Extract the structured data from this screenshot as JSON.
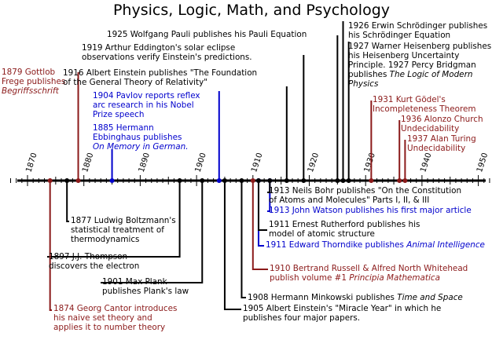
{
  "title": "Physics, Logic, Math, and Psychology",
  "colors": {
    "physics": "#000000",
    "psychology": "#0000cc",
    "logic_math": "#8b1a1a",
    "axis": "#000000"
  },
  "axis": {
    "range": [
      1865,
      1955
    ],
    "major_ticks": [
      1870,
      1880,
      1890,
      1900,
      1910,
      1920,
      1930,
      1940,
      1950
    ]
  },
  "ticks": [
    "1870",
    "1880",
    "1890",
    "1900",
    "1910",
    "1920",
    "1930",
    "1940",
    "1950"
  ],
  "events": [
    {
      "year": 1879,
      "color": "logic_math",
      "lines": [
        "1879 Gottlob",
        "Frege publishes"
      ],
      "italic": "Begriffsschrift"
    },
    {
      "year": 1904,
      "color": "psychology",
      "lines": [
        "1904 Pavlov reports reflex",
        "arc research in his Nobel",
        "Prize speech"
      ]
    },
    {
      "year": 1885,
      "color": "psychology",
      "lines": [
        "1885 Hermann",
        "Ebbinghaus publishes"
      ],
      "italic": "On Memory in German."
    },
    {
      "year": 1916,
      "color": "physics",
      "lines": [
        "1916 Albert Einstein publishes \"The Foundation",
        "of the General Theory of Relativity\""
      ]
    },
    {
      "year": 1919,
      "color": "physics",
      "lines": [
        "1919 Arthur Eddington's solar eclipse",
        "observations verify Einstein's predictions."
      ]
    },
    {
      "year": 1925,
      "color": "physics",
      "lines": [
        "1925 Wolfgang Pauli publishes his Pauli Equation"
      ]
    },
    {
      "year": 1926,
      "color": "physics",
      "lines": [
        "1926 Erwin Schrödinger publishes",
        "his Schrödinger Equation"
      ]
    },
    {
      "year": 1927,
      "color": "physics",
      "lines": [
        "1927 Warner Heisenberg publishes",
        "his Heisenberg Uncertainty",
        "Principle.  1927 Percy Bridgman",
        "publishes"
      ],
      "italic_inline": "The Logic of Modern",
      "italic_last": "Physics"
    },
    {
      "year": 1931,
      "color": "logic_math",
      "lines": [
        "1931 Kurt Gödel's",
        "Incompleteness Theorem"
      ]
    },
    {
      "year": 1936,
      "color": "logic_math",
      "lines": [
        "1936 Alonzo Church",
        "Undecidability"
      ]
    },
    {
      "year": 1937,
      "color": "logic_math",
      "lines": [
        "1937 Alan Turing",
        "Undecidability"
      ]
    },
    {
      "year": 1877,
      "color": "physics",
      "lines": [
        "1877 Ludwig Boltzmann's",
        "statistical treatment of",
        "thermodynamics"
      ]
    },
    {
      "year": 1897,
      "color": "physics",
      "lines": [
        "1897 J.J. Thompson",
        "discovers the electron"
      ]
    },
    {
      "year": 1901,
      "color": "physics",
      "lines": [
        "1901 Max Plank",
        "publishes Plank's law"
      ]
    },
    {
      "year": 1874,
      "color": "logic_math",
      "lines": [
        "1874 Georg Cantor introduces",
        "his naive set theory and",
        "applies it to number theory"
      ]
    },
    {
      "year": 1905,
      "color": "physics",
      "lines": [
        "1905 Albert Einstein's \"Miracle Year\" in which he",
        "publishes four major papers."
      ]
    },
    {
      "year": 1908,
      "color": "physics",
      "lines": [
        "1908 Hermann Minkowski publishes"
      ],
      "italic_inline": "Time and Space"
    },
    {
      "year": 1910,
      "color": "logic_math",
      "lines": [
        "1910 Bertrand Russell & Alfred North Whitehead",
        "publish volume #1"
      ],
      "italic_inline": "Principia Mathematica"
    },
    {
      "year": 1911,
      "color": "psychology",
      "lines": [
        "1911 Edward Thorndike publishes"
      ],
      "italic_inline": "Animal Intelligence"
    },
    {
      "year": 1911,
      "color": "physics",
      "lines": [
        "1911 Ernest Rutherford publishes his",
        "model of atomic structure"
      ]
    },
    {
      "year": 1913,
      "color": "psychology",
      "lines": [
        "1913 John Watson publishes his first major article"
      ]
    },
    {
      "year": 1913,
      "color": "physics",
      "lines": [
        "1913 Neils Bohr publishes \"On the Constitution",
        "of Atoms and Molecules\" Parts I, II, & III"
      ]
    }
  ]
}
